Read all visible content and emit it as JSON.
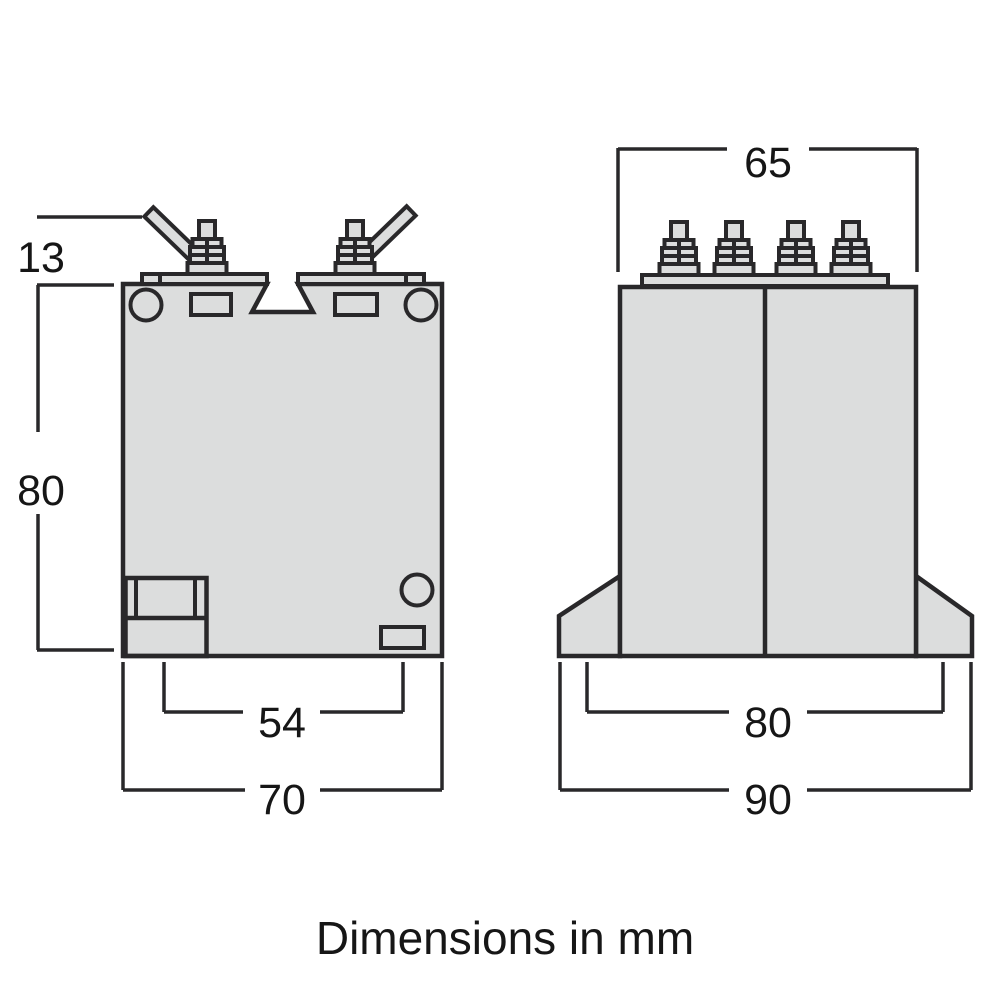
{
  "caption": "Dimensions in mm",
  "colors": {
    "body_fill": "#dcdddd",
    "line": "#29282a",
    "background": "#ffffff"
  },
  "dimensions": {
    "front": {
      "terminal_height_mm": "13",
      "body_height_mm": "80",
      "mounting_width_mm": "54",
      "overall_width_mm": "70"
    },
    "side": {
      "top_width_mm": "65",
      "mounting_width_mm": "80",
      "base_width_mm": "90"
    }
  }
}
